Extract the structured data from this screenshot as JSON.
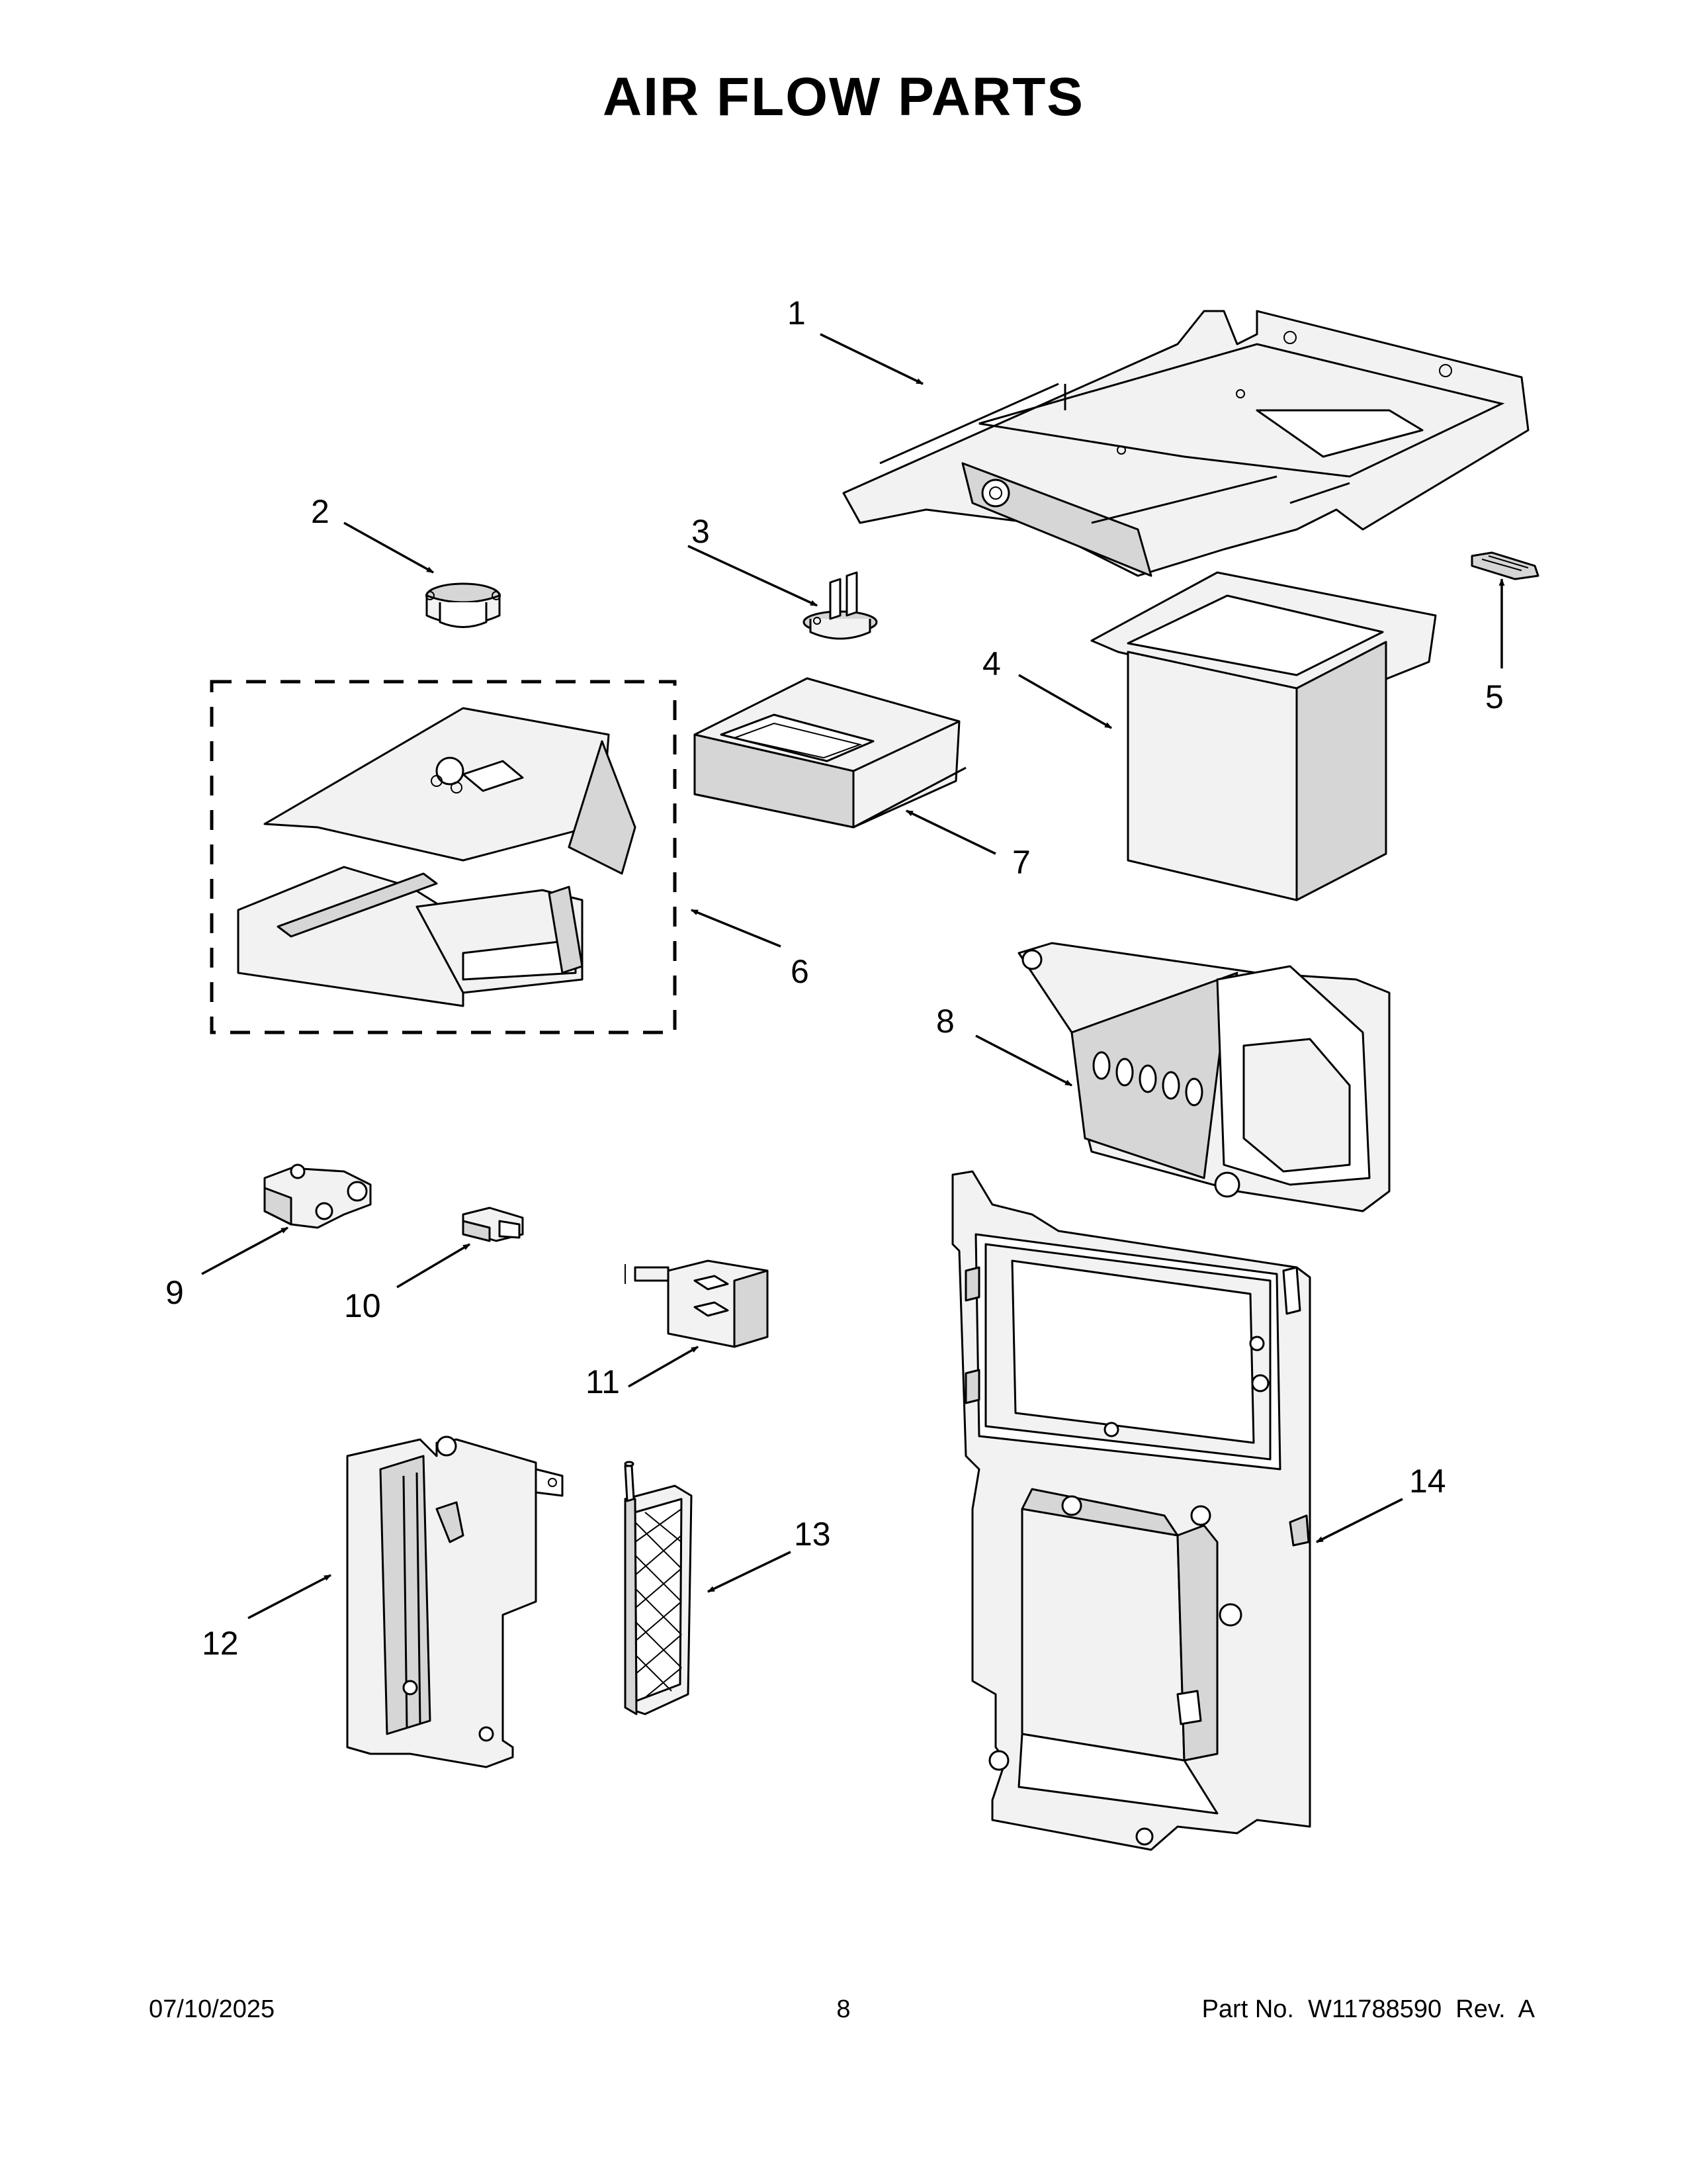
{
  "title": "AIR FLOW PARTS",
  "callouts": [
    "1",
    "2",
    "3",
    "4",
    "5",
    "6",
    "7",
    "8",
    "9",
    "10",
    "11",
    "12",
    "13",
    "14"
  ],
  "footer": {
    "date": "07/10/2025",
    "page": "8",
    "part_number": "Part No.  W11788590  Rev.  A"
  }
}
